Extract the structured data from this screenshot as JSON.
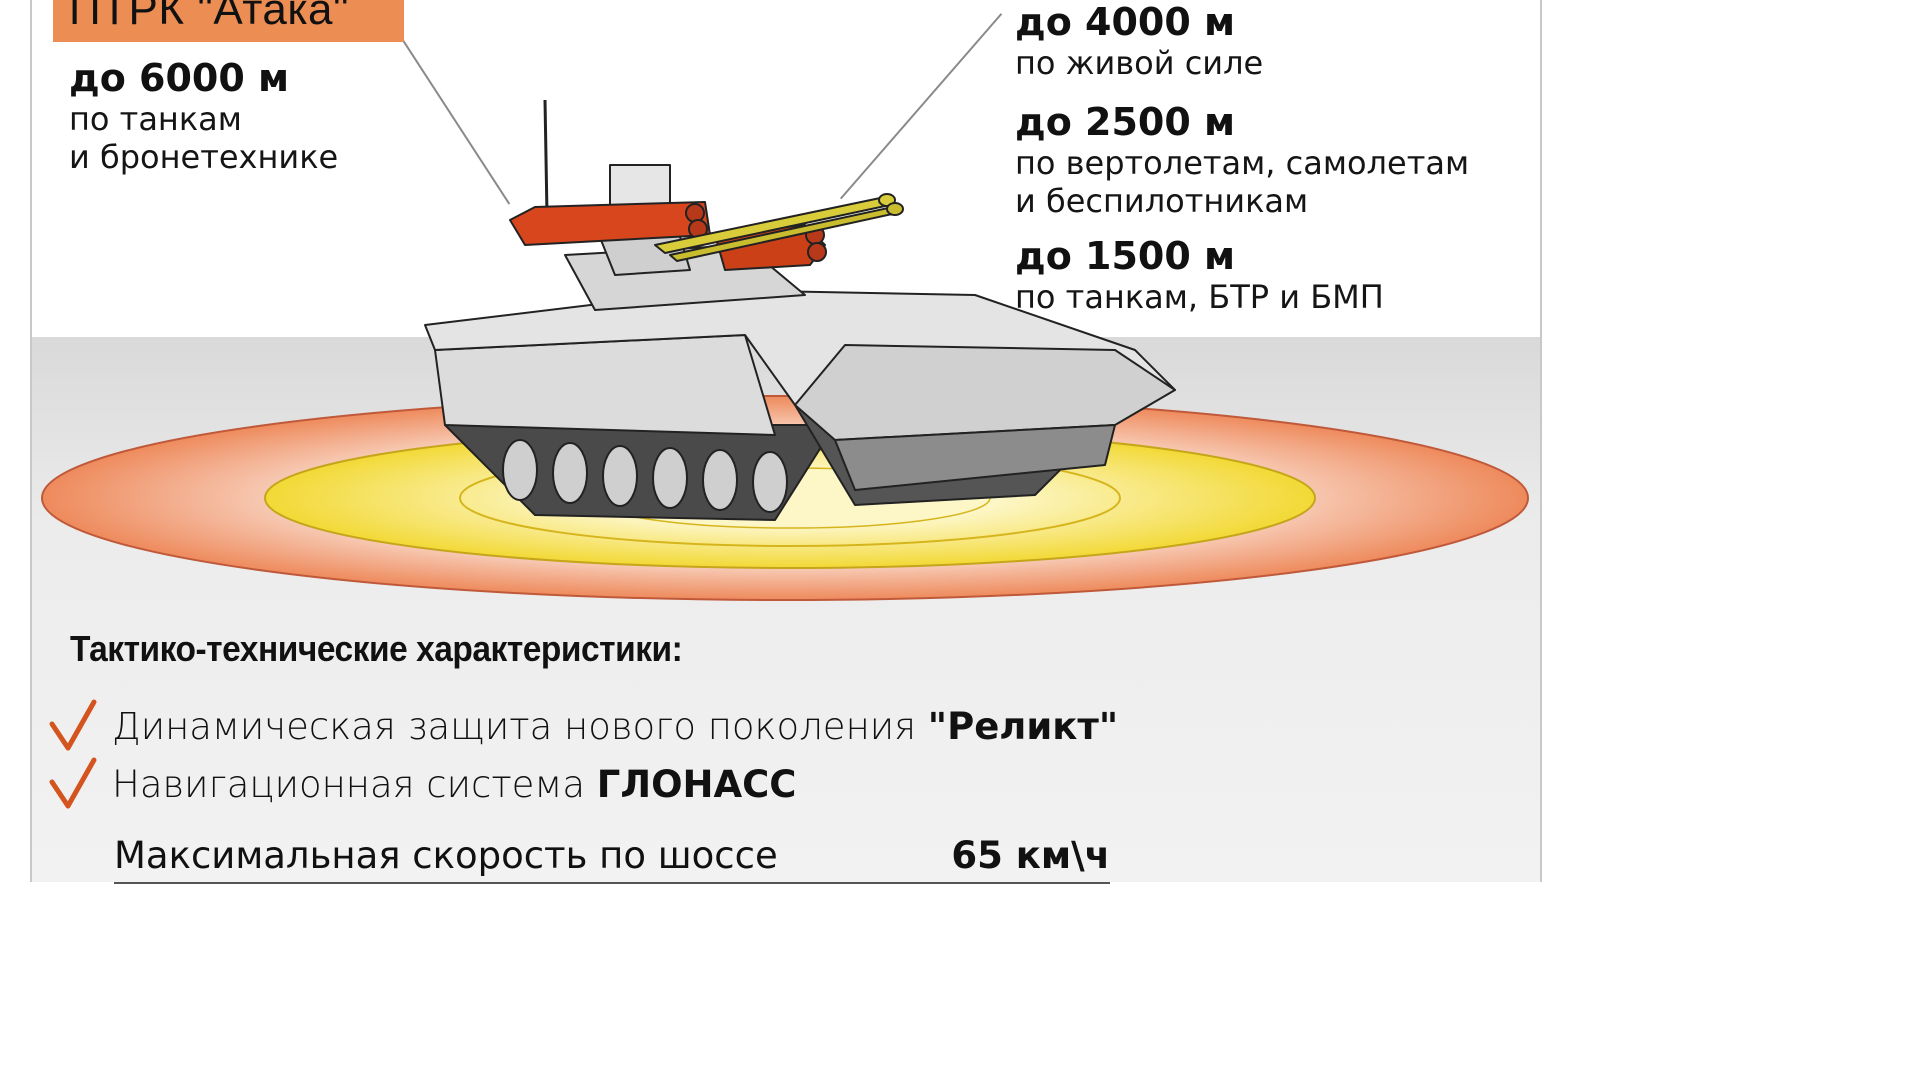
{
  "header": {
    "title_badge": "ПТРК \"Атака\"",
    "badge_color": "#ec8d54"
  },
  "left_range": {
    "value": "до 6000 м",
    "description": "по танкам\nи бронетехнике"
  },
  "right_ranges": [
    {
      "value": "до 4000 м",
      "description": "по живой силе"
    },
    {
      "value": "до 2500 м",
      "description": "по вертолетам, самолетам\nи беспилотникам"
    },
    {
      "value": "до 1500 м",
      "description": "по танкам, БТР и БМП"
    }
  ],
  "illustration": {
    "subject": "tank-support-combat-vehicle",
    "colors": {
      "missile_launcher": "#d8461e",
      "cannon": "#d8cc3a",
      "outer_ring": "#ef8f63",
      "inner_ring": "#f3df4a",
      "hull": "#d4d4d4"
    }
  },
  "specs": {
    "title": "Тактико-технические характеристики:",
    "features": [
      {
        "text": "Динамическая защита нового поколения ",
        "bold": "\"Реликт\""
      },
      {
        "text": "Навигационная система ",
        "bold": "ГЛОНАСС"
      }
    ],
    "rows": [
      {
        "label": "Максимальная скорость по шоссе",
        "value": "65 км\\ч"
      }
    ],
    "check_color": "#d4541f"
  }
}
